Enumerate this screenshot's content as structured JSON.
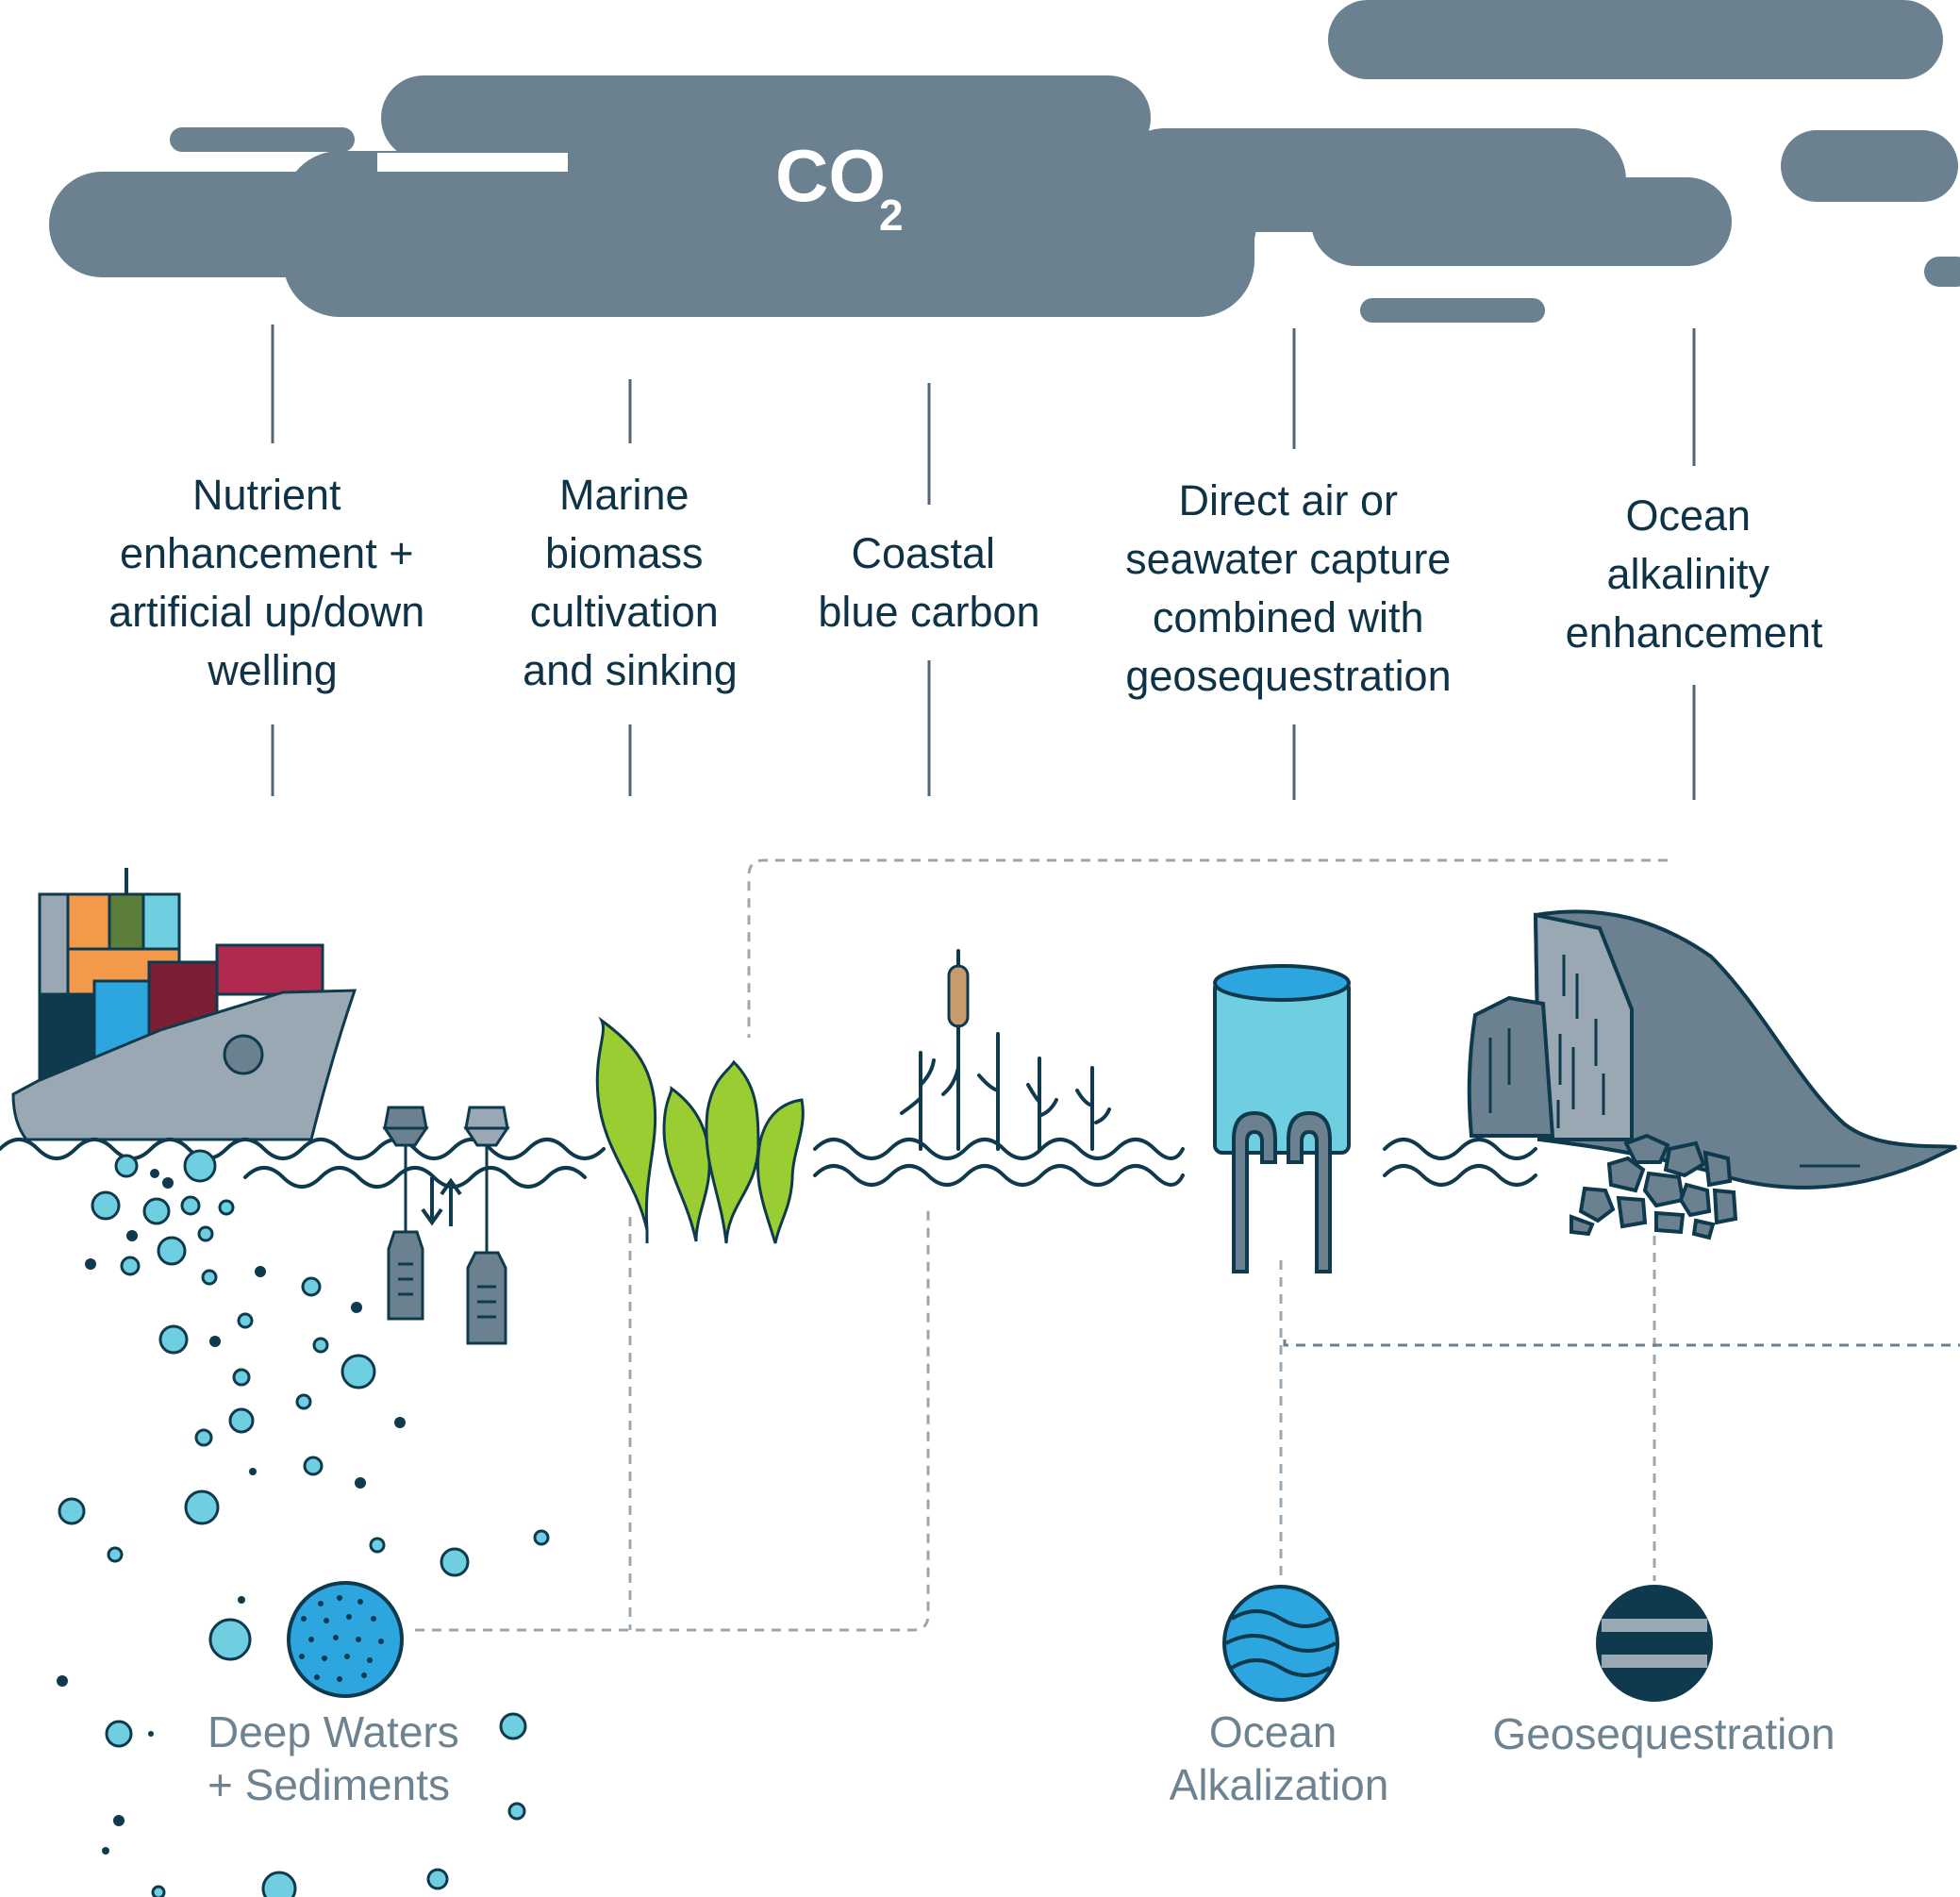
{
  "colors": {
    "cloud": "#6b8190",
    "line": "#4f6678",
    "text_dark": "#0f3346",
    "text_muted": "#6e8392",
    "navy": "#0f3a4e",
    "light_blue": "#6fcfe0",
    "blue": "#2da6e0",
    "gray": "#9aa8b4",
    "green": "#9acd32",
    "orange": "#f29a4a",
    "crimson": "#b02a4e",
    "dark_red": "#7a1f34",
    "olive": "#5d7d3a",
    "tan": "#c89b6c"
  },
  "cloud_label": {
    "base": "CO",
    "subscript": "2"
  },
  "approaches": [
    {
      "id": "nutrient",
      "lines": [
        "Nutrient",
        "enhancement +",
        "artificial up/down",
        "welling"
      ]
    },
    {
      "id": "biomass",
      "lines": [
        "Marine",
        "biomass",
        "cultivation",
        "and sinking"
      ]
    },
    {
      "id": "coastal",
      "lines": [
        "Coastal",
        "blue carbon"
      ]
    },
    {
      "id": "capture",
      "lines": [
        "Direct air or",
        "seawater capture",
        "combined with",
        "geosequestration"
      ]
    },
    {
      "id": "alkalinity",
      "lines": [
        "Ocean",
        "alkalinity",
        "enhancement"
      ]
    }
  ],
  "sinks": [
    {
      "id": "deep-waters",
      "lines": [
        "Deep Waters",
        "+ Sediments"
      ],
      "icon": "dotted-sphere-icon"
    },
    {
      "id": "ocean-alkalization",
      "lines": [
        "Ocean",
        "Alkalization"
      ],
      "icon": "wave-sphere-icon"
    },
    {
      "id": "geosequestration",
      "lines": [
        "Geosequestration"
      ],
      "icon": "striped-sphere-icon"
    }
  ],
  "icons": [
    "cargo-ship-icon",
    "buoy-pump-icon",
    "seaweed-icon",
    "cattail-marsh-icon",
    "capture-tank-icon",
    "rock-cliff-icon",
    "rock-pile-icon"
  ]
}
